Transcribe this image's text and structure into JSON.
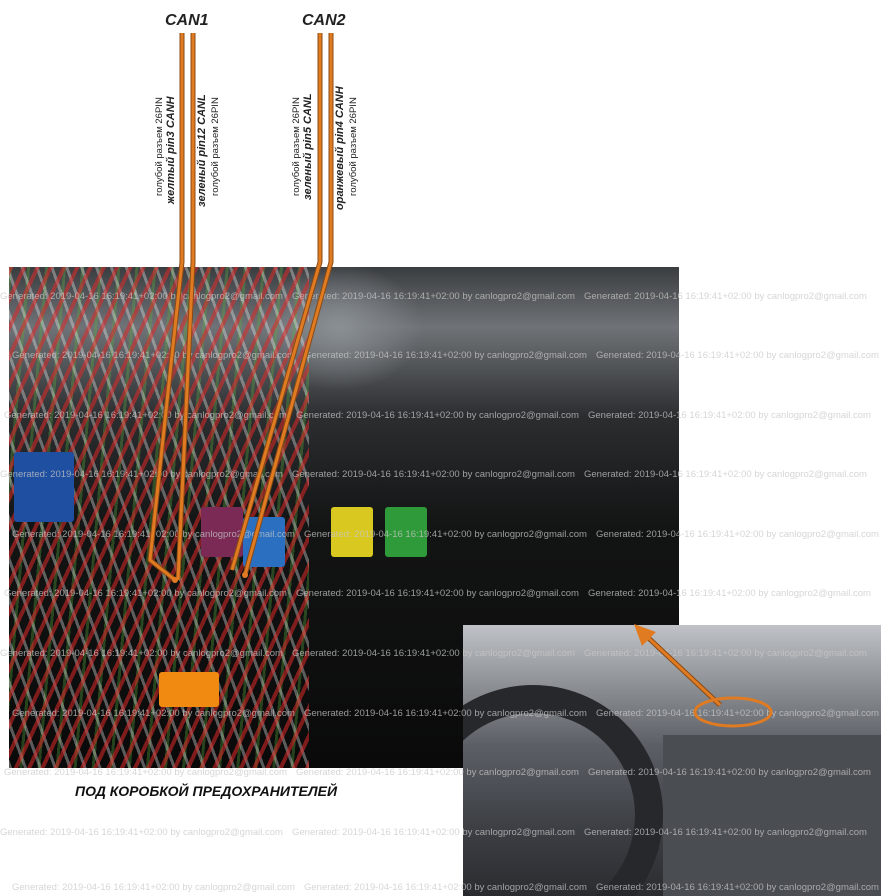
{
  "watermark": "Generated: 2019-04-16 16:19:41+02:00 by canlogpro2@gmail.com",
  "can1": {
    "label": "CAN1",
    "wire_h_desc": "желтый pin3 CANH",
    "wire_h_conn": "голубой разъем 26PIN",
    "wire_l_desc": "зеленый pin12 CANL",
    "wire_l_conn": "голубой разъем 26PIN"
  },
  "can2": {
    "label": "CAN2",
    "wire_l_desc": "зеленый pin5 CANL",
    "wire_l_conn": "голубой разъем 26PIN",
    "wire_h_desc": "оранжевый pin4 CANH",
    "wire_h_conn": "голубой разъем 26PIN"
  },
  "caption": "ПОД КОРОБКОЙ ПРЕДОХРАНИТЕЛЕЙ",
  "colors": {
    "wire": "#e07b22",
    "wire_edge": "#8a4a14"
  }
}
